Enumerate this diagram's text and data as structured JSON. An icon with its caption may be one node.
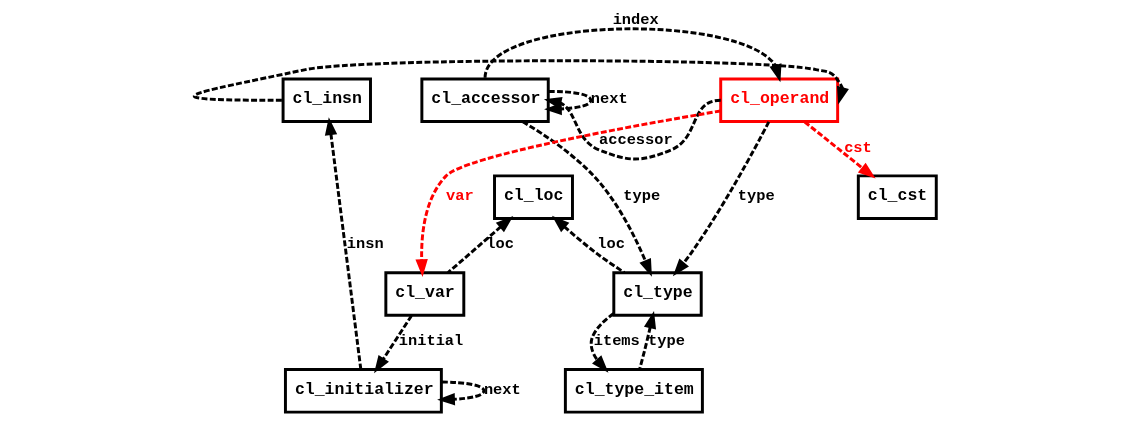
{
  "diagram": {
    "nodes": [
      {
        "text": [
          "cl_accessor"
        ]
      },
      {
        "text": [
          "cl_operand"
        ]
      },
      {
        "text": [
          "cl_insn"
        ]
      },
      {
        "text": [
          "cl_cst"
        ]
      },
      {
        "text": [
          "cl_loc"
        ]
      },
      {
        "text": [
          "cl_type"
        ]
      },
      {
        "text": [
          "cl_var"
        ]
      },
      {
        "text": [
          "cl_type_item"
        ]
      },
      {
        "text": [
          "cl_initializer"
        ]
      }
    ],
    "edges": [
      {
        "from": 0,
        "to": 1,
        "arrow": "to",
        "label": "index",
        "style": "dashed"
      },
      {
        "from": 0,
        "to": 0,
        "arrow": "to",
        "label": "next",
        "style": "dashed"
      },
      {
        "from": 1,
        "to": 0,
        "arrow": "to",
        "label": "accessor",
        "style": "dashed"
      },
      {
        "from": 2,
        "to": 1,
        "arrow": "to",
        "style": "dashed"
      },
      {
        "from": 1,
        "to": 3,
        "arrow": "to",
        "label": "cst",
        "style": "dashed",
        "color": "#ff0000"
      },
      {
        "from": 1,
        "to": 5,
        "arrow": "to",
        "label": "type",
        "style": "dashed"
      },
      {
        "from": 1,
        "to": 6,
        "arrow": "to",
        "label": "var",
        "style": "dashed",
        "color": "#ff0000"
      },
      {
        "from": 0,
        "to": 5,
        "arrow": "to",
        "label": "type",
        "style": "dashed"
      },
      {
        "from": 5,
        "to": 4,
        "arrow": "to",
        "label": "loc",
        "style": "dashed"
      },
      {
        "from": 6,
        "to": 4,
        "arrow": "to",
        "label": "loc",
        "style": "dashed"
      },
      {
        "from": 5,
        "to": 7,
        "arrow": "to",
        "label": "items",
        "style": "dashed"
      },
      {
        "from": 7,
        "to": 5,
        "arrow": "to",
        "label": "type",
        "style": "dashed"
      },
      {
        "from": 6,
        "to": 8,
        "arrow": "to",
        "label": "initial",
        "style": "dashed"
      },
      {
        "from": 8,
        "to": 2,
        "arrow": "to",
        "label": "insn",
        "style": "dashed"
      },
      {
        "from": 8,
        "to": 8,
        "arrow": "to",
        "label": "next",
        "style": "dashed"
      }
    ]
  }
}
